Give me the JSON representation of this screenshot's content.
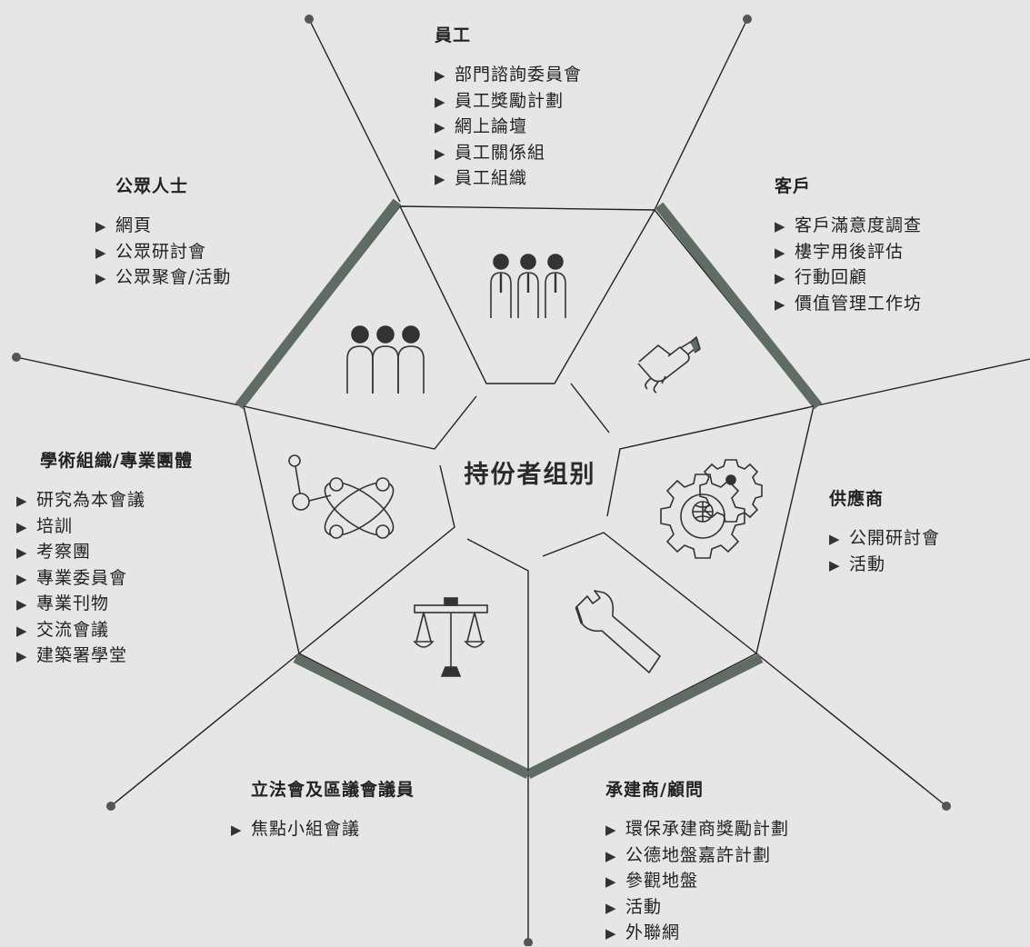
{
  "center_title": "持份者组别",
  "colors": {
    "background": "#e6e6e6",
    "line": "#222222",
    "accent_band": "#5f6b65",
    "icon": "#333333"
  },
  "groups": {
    "staff": {
      "title": "員工",
      "icon": "staff-icon",
      "items": [
        "部門諮詢委員會",
        "員工獎勵計劃",
        "網上論壇",
        "員工關係組",
        "員工組織"
      ]
    },
    "clients": {
      "title": "客戶",
      "icon": "handshake-icon",
      "items": [
        "客戶滿意度調查",
        "樓宇用後評估",
        "行動回顧",
        "價值管理工作坊"
      ]
    },
    "suppliers": {
      "title": "供應商",
      "icon": "gears-icon",
      "items": [
        "公開研討會",
        "活動"
      ]
    },
    "contractors": {
      "title": "承建商/顧問",
      "icon": "wrench-icon",
      "items": [
        "環保承建商獎勵計劃",
        "公德地盤嘉許計劃",
        "參觀地盤",
        "活動",
        "外聯網"
      ]
    },
    "legco": {
      "title": "立法會及區議會議員",
      "icon": "scales-icon",
      "items": [
        "焦點小組會議"
      ]
    },
    "academic": {
      "title": "學術組織/專業團體",
      "icon": "network-icon",
      "items": [
        "研究為本會議",
        "培訓",
        "考察團",
        "專業委員會",
        "專業刊物",
        "交流會議",
        "建築署學堂"
      ]
    },
    "public": {
      "title": "公眾人士",
      "icon": "people-icon",
      "items": [
        "網頁",
        "公眾研討會",
        "公眾聚會/活動"
      ]
    }
  }
}
